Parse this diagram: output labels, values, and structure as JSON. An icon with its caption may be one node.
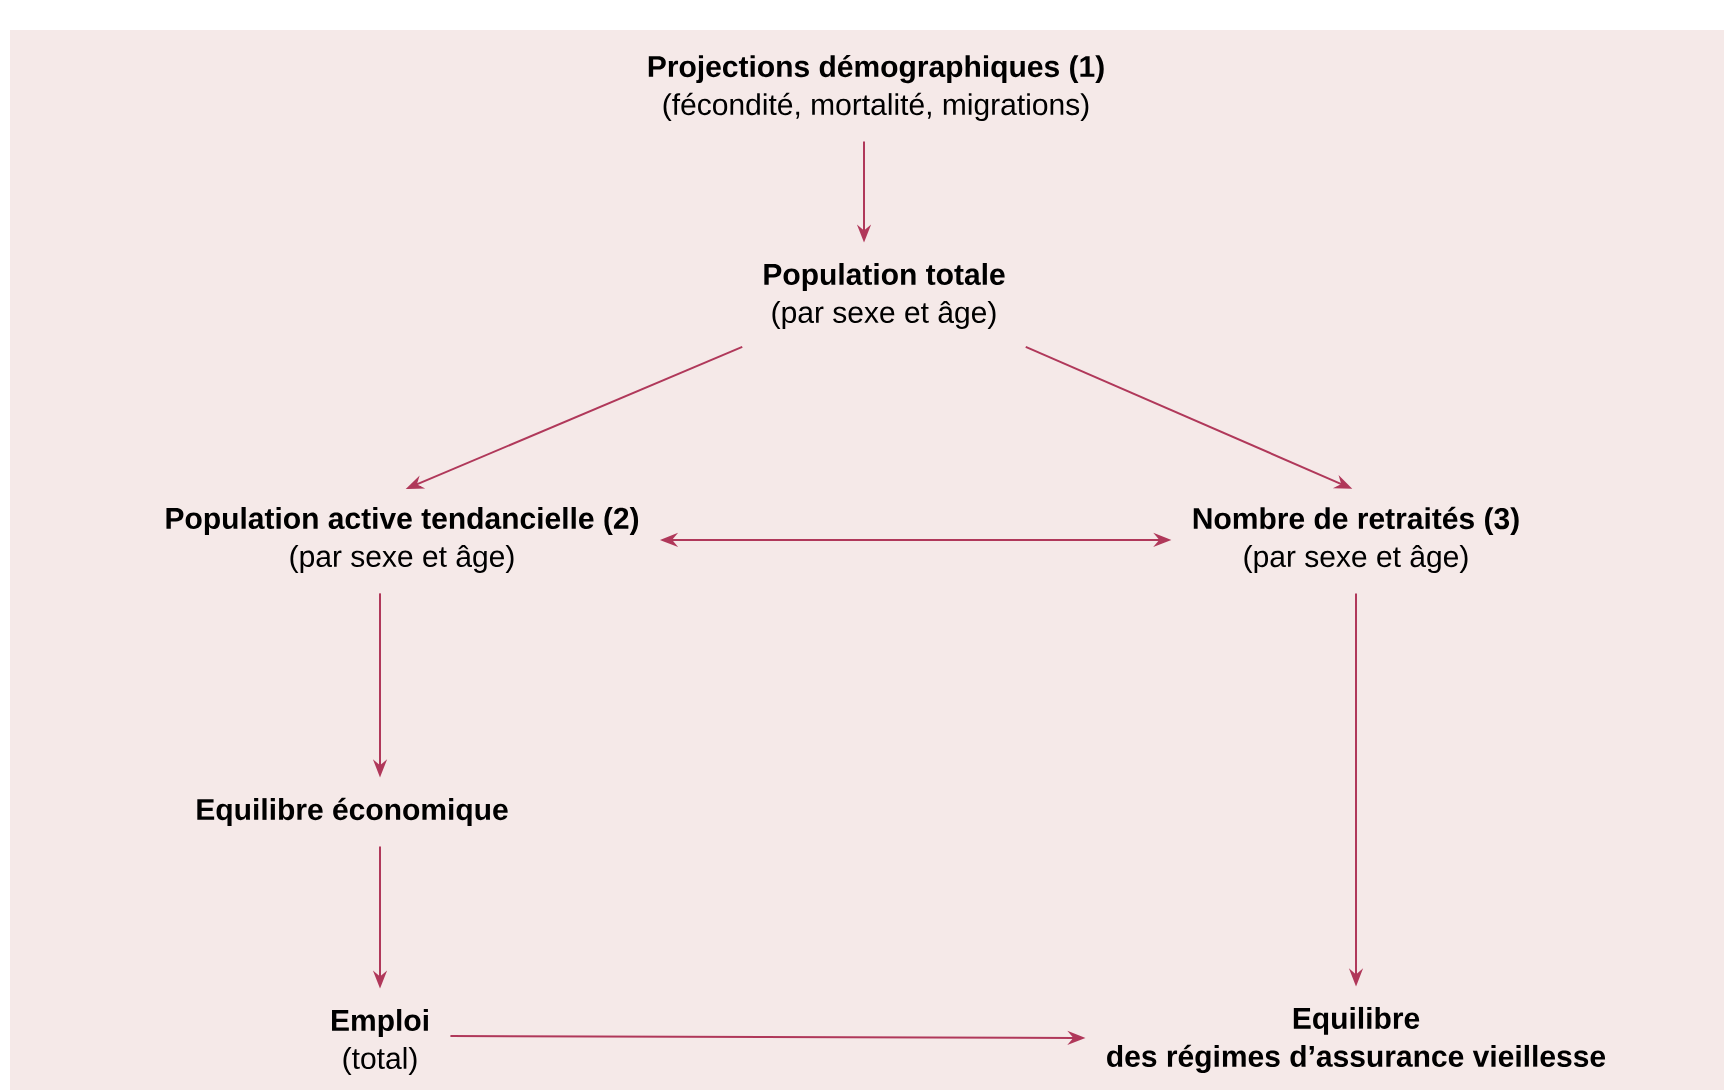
{
  "diagram": {
    "nodes": [
      {
        "text": [
          "Projections démographiques (1)",
          "(fécondité, mortalité, migrations)"
        ]
      },
      {
        "text": [
          "Population totale",
          "(par sexe et âge)"
        ]
      },
      {
        "text": [
          "Population active tendancielle (2)",
          "(par sexe et âge)"
        ]
      },
      {
        "text": [
          "Nombre de retraités (3)",
          "(par sexe et âge)"
        ]
      },
      {
        "text": [
          "Equilibre économique"
        ]
      },
      {
        "text": [
          "Emploi",
          "(total)"
        ]
      },
      {
        "text": [
          "Equilibre",
          "des régimes d’assurance vieillesse"
        ]
      }
    ],
    "edges": [
      {
        "from": 0,
        "to": 1,
        "arrow": "to"
      },
      {
        "from": 1,
        "to": 2,
        "arrow": "to"
      },
      {
        "from": 1,
        "to": 3,
        "arrow": "to"
      },
      {
        "from": 2,
        "to": 3,
        "arrow": "both"
      },
      {
        "from": 2,
        "to": 4,
        "arrow": "to"
      },
      {
        "from": 4,
        "to": 5,
        "arrow": "to"
      },
      {
        "from": 3,
        "to": 6,
        "arrow": "to"
      },
      {
        "from": 5,
        "to": 6,
        "arrow": "to"
      }
    ]
  }
}
